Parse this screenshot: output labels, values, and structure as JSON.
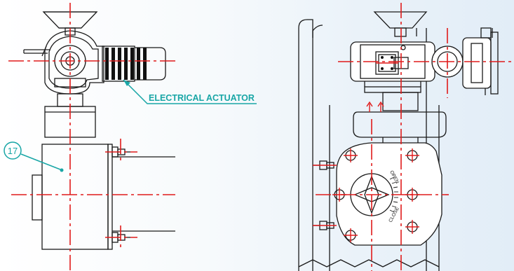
{
  "left_view": {
    "callout_label": "ELECTRICAL ACTUATOR",
    "item_balloon": "17"
  },
  "right_view": {
    "dial_open": "OPEN",
    "dial_close": "CLOSE"
  },
  "colors": {
    "outline": "#1a1a1a",
    "centerline": "#e01b1b",
    "callout": "#19a6a6"
  }
}
